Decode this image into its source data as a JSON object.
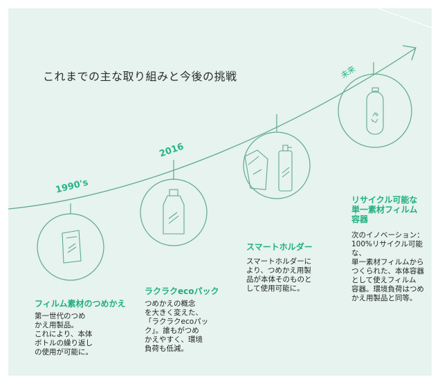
{
  "title": "これまでの主な取り組みと今後の挑戦",
  "colors": {
    "background": "#e6f3ee",
    "accent": "#27b489",
    "line": "#5fa88a",
    "text": "#222222"
  },
  "milestones": [
    {
      "year": "1990's",
      "heading": "フィルム素材のつめかえ",
      "body": [
        "第一世代のつめ",
        "かえ用製品。",
        "これにより、本体",
        "ボトルの繰り返し",
        "の使用が可能に。"
      ],
      "icon": "film-refill-pouch-icon"
    },
    {
      "year": "2016",
      "heading": "ラクラクecoパック",
      "body": [
        "つめかえの概念",
        "を大きく変えた、",
        "「ラクラクecoパッ",
        "ク」。誰もがつめ",
        "かえやすく、環境",
        "負荷も低減。"
      ],
      "icon": "eco-pack-pouch-icon"
    },
    {
      "year": "",
      "heading": "スマートホルダー",
      "body": [
        "スマートホルダーに",
        "より、つめかえ用製",
        "品が本体そのものと",
        "して使用可能に。"
      ],
      "icon": "smart-holder-icon"
    },
    {
      "year": "未来",
      "heading": [
        "リサイクル可能な",
        "単一素材フィルム",
        "容器"
      ],
      "body": [
        "次のイノベーション：",
        "100%リサイクル可能な、",
        "単一素材フィルムから",
        "つくられた、本体容器",
        "として使えフィルム",
        "容器。環境負荷はつめ",
        "かえ用製品と同等。"
      ],
      "icon": "recyclable-container-icon"
    }
  ]
}
